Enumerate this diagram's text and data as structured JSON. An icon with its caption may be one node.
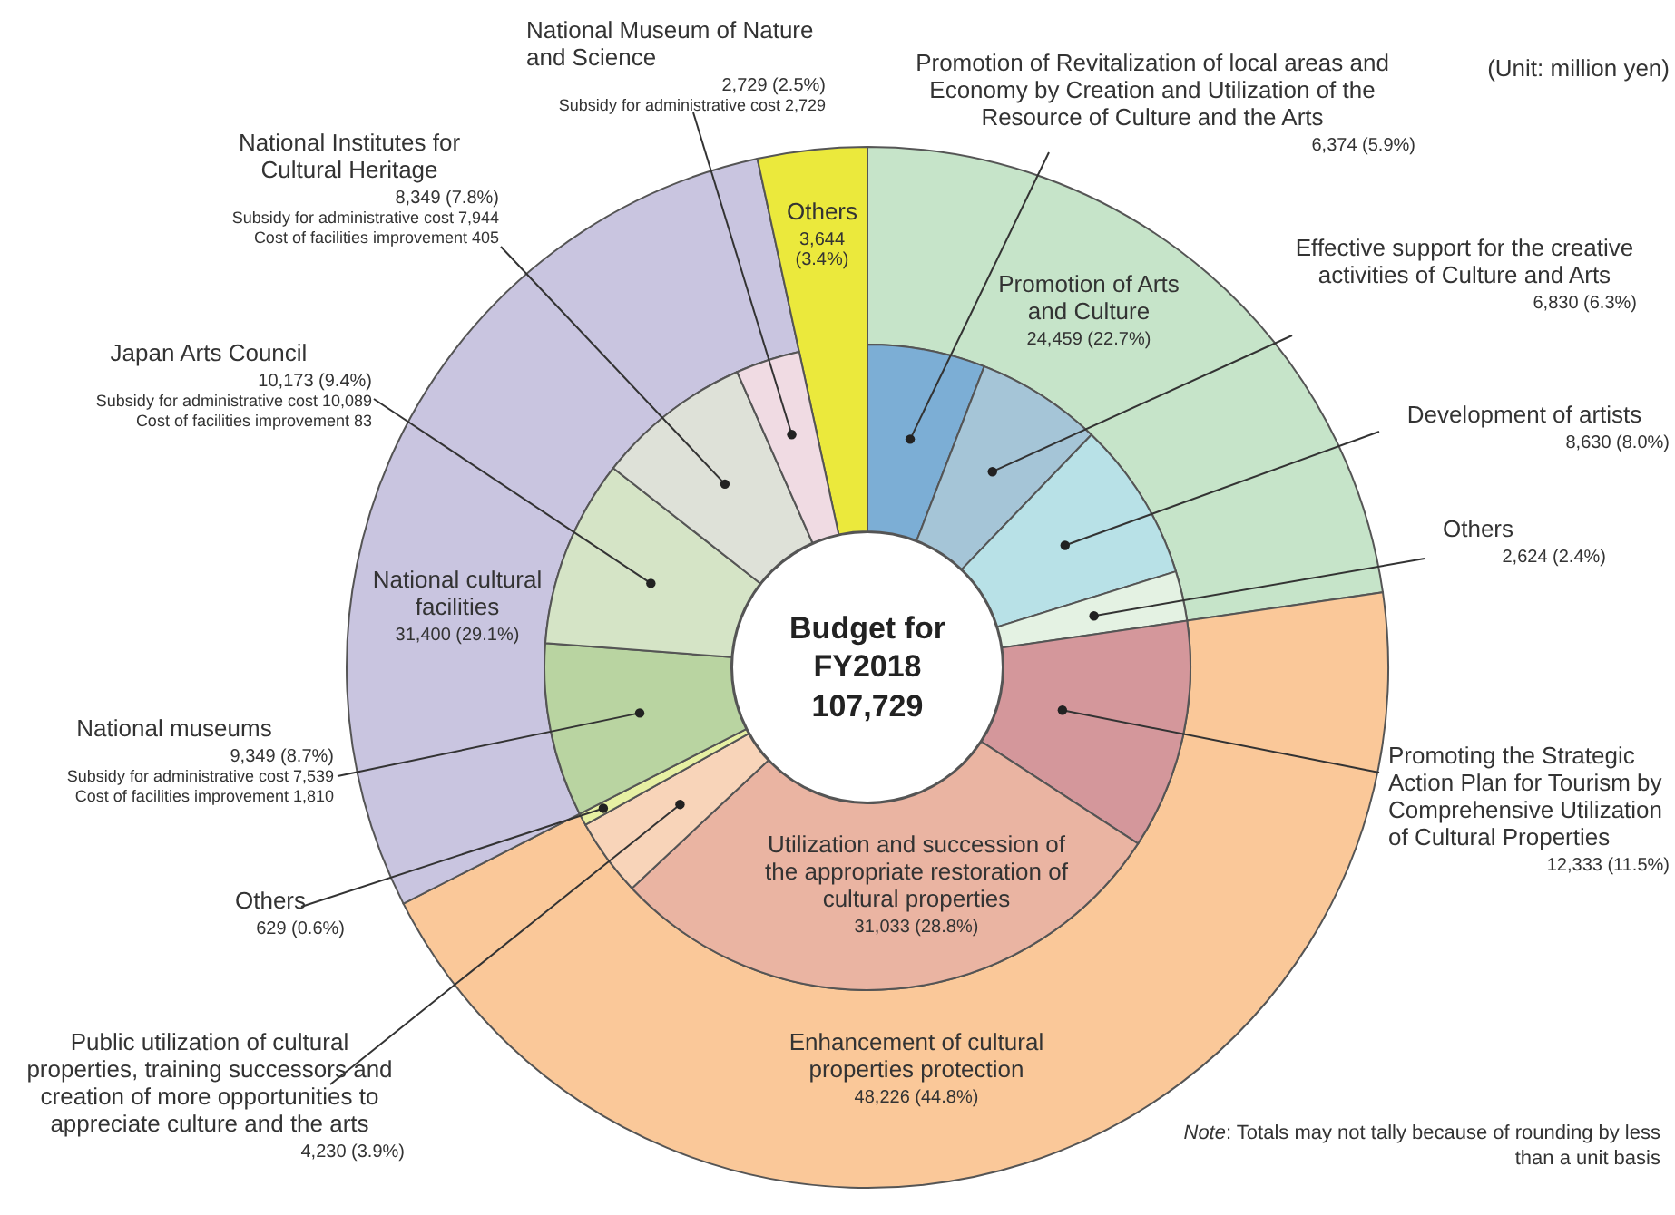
{
  "diagram": {
    "nodes": [
      {
        "text": [
          "Budget for FY2018",
          "107,729"
        ]
      },
      {
        "text": [
          "Promotion of Arts and Culture",
          "24,459 (22.7%)"
        ]
      },
      {
        "text": [
          "Enhancement of cultural properties protection",
          "48,226 (44.8%)"
        ]
      },
      {
        "text": [
          "National cultural facilities",
          "31,400 (29.1%)"
        ]
      },
      {
        "text": [
          "Others",
          "3,644 (3.4%)"
        ]
      },
      {
        "text": [],
        "shape": "wedge"
      },
      {
        "text": [],
        "shape": "wedge"
      },
      {
        "text": [],
        "shape": "wedge"
      },
      {
        "text": [],
        "shape": "wedge"
      },
      {
        "text": [],
        "shape": "wedge"
      },
      {
        "text": [
          "Utilization and succession of the appropriate restoration of cultural properties",
          "31,033 (28.8%)"
        ]
      },
      {
        "text": [],
        "shape": "wedge"
      },
      {
        "text": [],
        "shape": "wedge"
      },
      {
        "text": [],
        "shape": "wedge"
      },
      {
        "text": [],
        "shape": "wedge"
      },
      {
        "text": [],
        "shape": "wedge"
      },
      {
        "text": [],
        "shape": "wedge"
      },
      {
        "text": [
          "National Museum of Nature and Science",
          "2,729 (2.5%)",
          "Subsidy for administrative cost 2,729"
        ]
      },
      {
        "text": [
          "Promotion of Revitalization of local areas and Economy by Creation and Utilization of the Resource of Culture and the Arts",
          "6,374 (5.9%)"
        ]
      },
      {
        "text": [
          "National Institutes for Cultural Heritage",
          "8,349 (7.8%)",
          "Subsidy for administrative cost 7,944",
          "Cost of facilities improvement 405"
        ]
      },
      {
        "text": [
          "Effective support for the creative activities of Culture and Arts",
          "6,830 (6.3%)"
        ]
      },
      {
        "text": [
          "Japan Arts Council",
          "10,173 (9.4%)",
          "Subsidy for administrative cost 10,089",
          "Cost of facilities improvement 83"
        ]
      },
      {
        "text": [
          "Development of artists",
          "8,630 (8.0%)"
        ]
      },
      {
        "text": [
          "Others",
          "2,624 (2.4%)"
        ]
      },
      {
        "text": [
          "National museums",
          "9,349 (8.7%)",
          "Subsidy for administrative cost 7,539",
          "Cost of facilities improvement 1,810"
        ]
      },
      {
        "text": [
          "Promoting the Strategic Action Plan for Tourism by Comprehensive Utilization of Cultural Properties",
          "12,333 (11.5%)"
        ]
      },
      {
        "text": [
          "Others",
          "629 (0.6%)"
        ]
      },
      {
        "text": [
          "Public utilization of cultural properties, training successors and creation of more opportunities to appreciate culture and the arts",
          "4,230 (3.9%)"
        ]
      }
    ],
    "edges": [
      {
        "from": 17,
        "to": 16,
        "arrow": "other"
      },
      {
        "from": 18,
        "to": 5,
        "arrow": "other"
      },
      {
        "from": 19,
        "to": 15,
        "arrow": "other"
      },
      {
        "from": 20,
        "to": 6,
        "arrow": "other"
      },
      {
        "from": 21,
        "to": 14,
        "arrow": "other"
      },
      {
        "from": 22,
        "to": 7,
        "arrow": "other"
      },
      {
        "from": 23,
        "to": 8,
        "arrow": "other"
      },
      {
        "from": 24,
        "to": 13,
        "arrow": "other"
      },
      {
        "from": 25,
        "to": 9,
        "arrow": "other"
      },
      {
        "from": 26,
        "to": 12,
        "arrow": "other"
      },
      {
        "from": 27,
        "to": 11,
        "arrow": "other"
      }
    ],
    "labels": [
      "(Unit: million yen)",
      "*Note*:  Totals may not tally because of rounding by less than a unit basis"
    ]
  }
}
